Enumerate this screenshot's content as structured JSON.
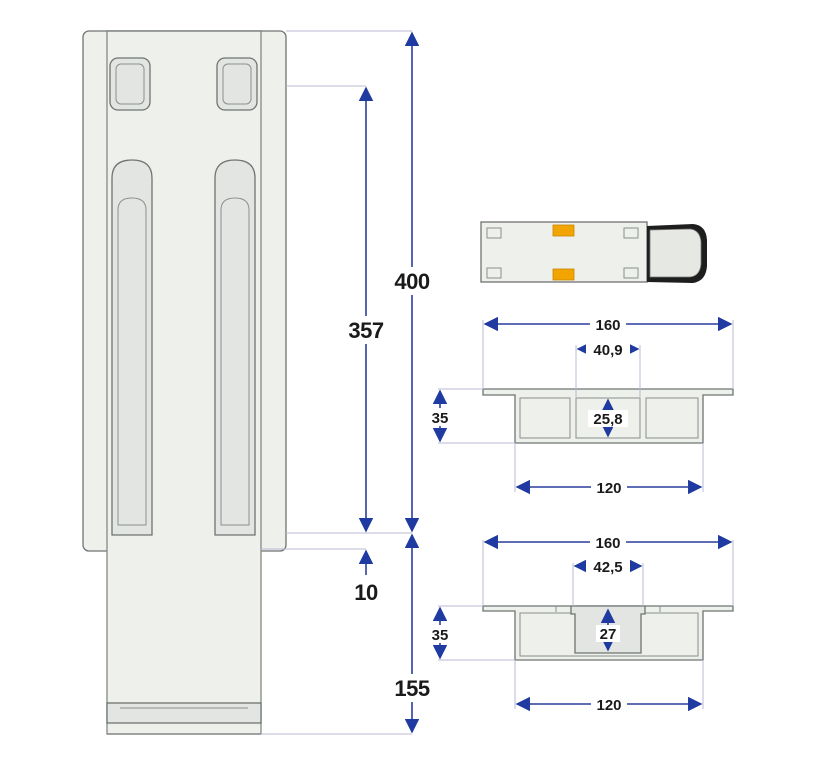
{
  "side_view": {
    "total_length": "400",
    "inner_length": "357",
    "gap": "10",
    "extension": "155"
  },
  "profile_top": {
    "width": "160",
    "channel_width": "40,9",
    "height": "35",
    "channel_depth": "25,8",
    "base_width": "120"
  },
  "profile_bottom": {
    "width": "160",
    "channel_width": "42,5",
    "height": "35",
    "channel_depth": "27",
    "base_width": "120"
  },
  "colors": {
    "dimension": "#1f3aa0",
    "extension_line": "#b9b9d6",
    "part_fill": "#eef0ec",
    "part_stroke": "#6f7472",
    "pad_orange": "#f2a400"
  }
}
